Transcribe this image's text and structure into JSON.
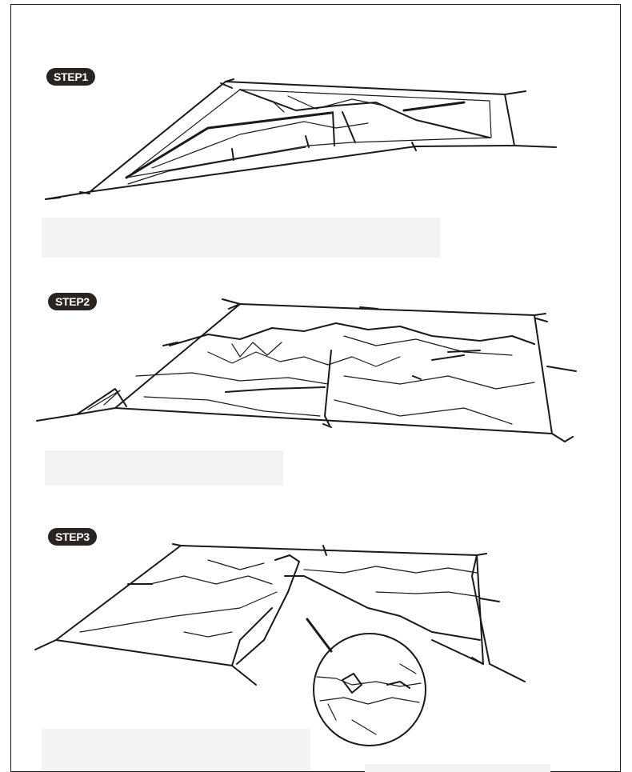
{
  "steps": [
    {
      "label": "STEP1"
    },
    {
      "label": "STEP2"
    },
    {
      "label": "STEP3"
    }
  ],
  "colors": {
    "badge_bg": "#2a2320",
    "badge_text": "#ffffff",
    "line": "#1a1a1a",
    "caption_box": "#f3f3f3"
  }
}
